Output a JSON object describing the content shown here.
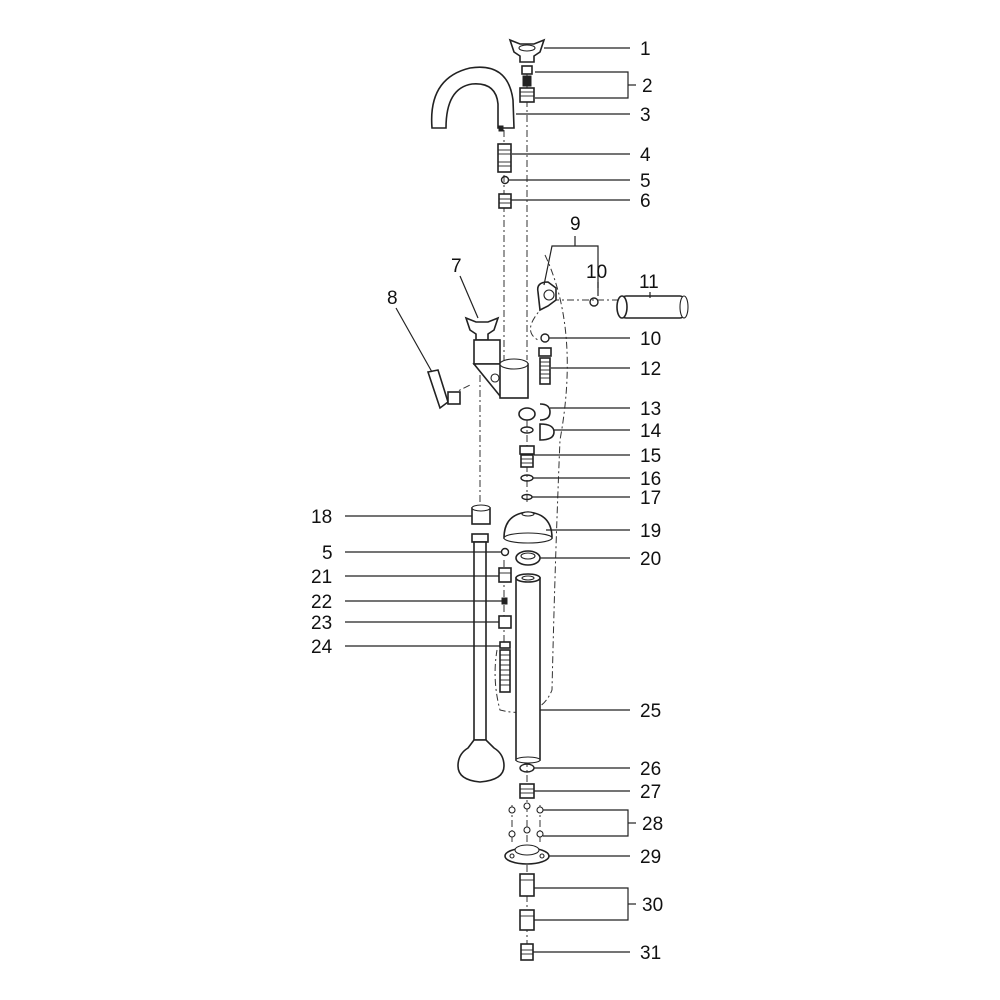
{
  "diagram": {
    "type": "exploded-parts-view",
    "callouts": [
      "1",
      "2",
      "3",
      "4",
      "5",
      "6",
      "9",
      "10",
      "11",
      "7",
      "8",
      "10",
      "12",
      "13",
      "14",
      "15",
      "16",
      "17",
      "18",
      "19",
      "5",
      "20",
      "21",
      "22",
      "23",
      "24",
      "25",
      "26",
      "27",
      "28",
      "29",
      "30",
      "31"
    ]
  }
}
